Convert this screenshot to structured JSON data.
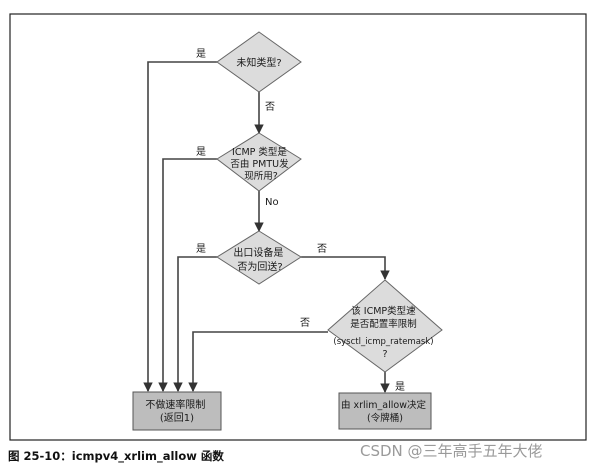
{
  "diagram": {
    "nodes": {
      "unknown_type": {
        "lines": [
          "未知类型?"
        ]
      },
      "pmtu_type": {
        "lines": [
          "ICMP 类型是",
          "否由 PMTU发",
          "现所用?"
        ]
      },
      "loopback": {
        "lines": [
          "出口设备是",
          "否为回送?"
        ]
      },
      "ratemask": {
        "lines": [
          "该 ICMP类型速",
          "是否配置率限制",
          "(sysctl_icmp_ratemask)",
          "?"
        ]
      },
      "no_limit": {
        "lines": [
          "不做速率限制",
          "(返回1)"
        ]
      },
      "xrlim": {
        "lines": [
          "由 xrlim_allow决定",
          "(令牌桶)"
        ]
      }
    },
    "edge_labels": {
      "unknown_yes": "是",
      "unknown_no": "否",
      "pmtu_yes": "是",
      "pmtu_no": "No",
      "loopback_yes": "是",
      "loopback_no": "否",
      "ratemask_no": "否",
      "ratemask_yes": "是"
    },
    "colors": {
      "diamond_fill": "#dcdcdc",
      "box_fill": "#bdbdbd",
      "stroke": "#444444",
      "frame": "#222222"
    }
  },
  "caption": "图 25-10：icmpv4_xrlim_allow 函数",
  "watermark": "CSDN @三年高手五年大佬"
}
